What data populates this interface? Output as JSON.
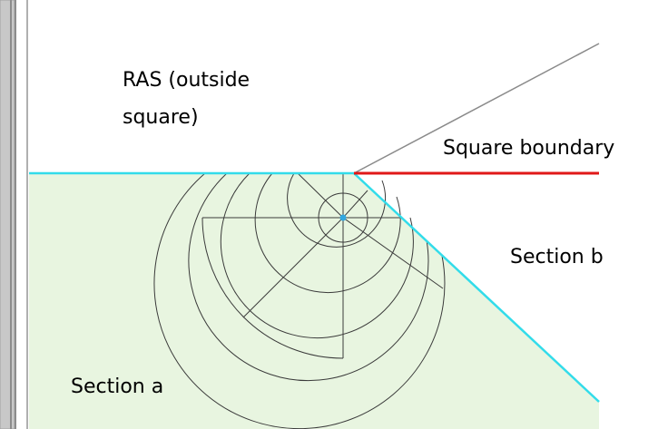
{
  "labels": {
    "ras_line1": "RAS (outside",
    "ras_line2": "square)",
    "square_boundary": "Square boundary",
    "section_b": "Section b",
    "section_a": "Section a"
  },
  "colors": {
    "section_a_fill": "#e8f5e0",
    "section_boundary": "#32dcea",
    "square_boundary": "#e01818",
    "grid_lines": "#3a3a3a",
    "gray_line": "#8a8a8a",
    "center_point": "#32a8e0",
    "left_bar": "#9a9a9a"
  }
}
